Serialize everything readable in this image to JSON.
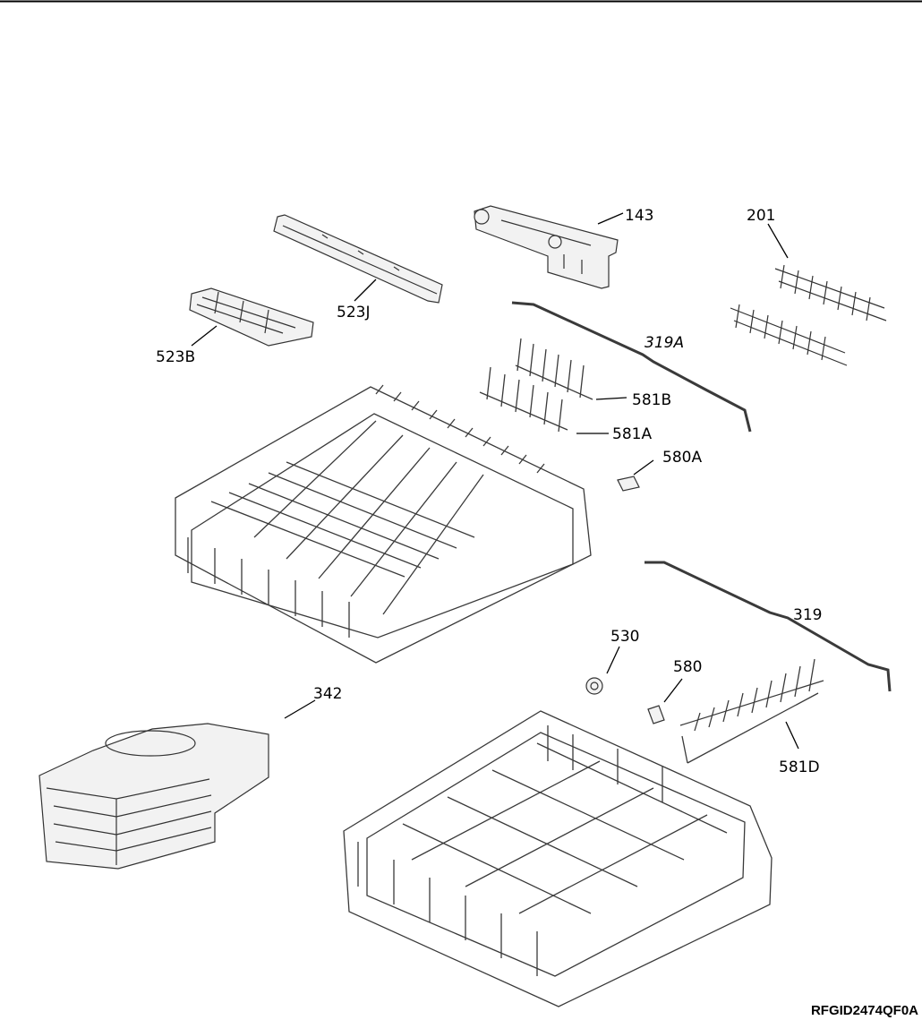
{
  "callouts": {
    "p143": "143",
    "p201": "201",
    "p523J": "523J",
    "p523B": "523B",
    "p319A": "319A",
    "p581B": "581B",
    "p581A": "581A",
    "p580A": "580A",
    "p319": "319",
    "p530": "530",
    "p580": "580",
    "p342": "342",
    "p581D": "581D"
  },
  "diagram_id": "RFGID2474QF0A"
}
